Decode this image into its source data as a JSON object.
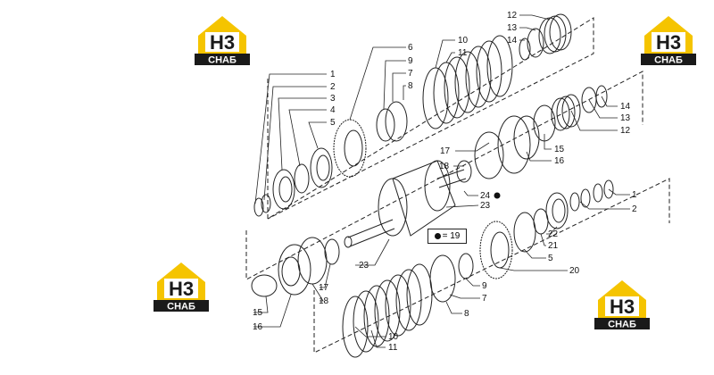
{
  "brand": {
    "logo_letters": "H3",
    "logo_caption": "СНАБ",
    "colors": {
      "yellow": "#f5c400",
      "dark": "#1a1a1a",
      "white": "#ffffff"
    }
  },
  "legend": {
    "symbol": "black-dot",
    "text": "= 19"
  },
  "callouts": [
    {
      "id": "c1",
      "text": "1"
    },
    {
      "id": "c2",
      "text": "2"
    },
    {
      "id": "c3",
      "text": "3"
    },
    {
      "id": "c4",
      "text": "4"
    },
    {
      "id": "c5",
      "text": "5"
    },
    {
      "id": "c6",
      "text": "6"
    },
    {
      "id": "c9a",
      "text": "9"
    },
    {
      "id": "c7a",
      "text": "7"
    },
    {
      "id": "c8a",
      "text": "8"
    },
    {
      "id": "c10a",
      "text": "10"
    },
    {
      "id": "c11a",
      "text": "11"
    },
    {
      "id": "c12a",
      "text": "12"
    },
    {
      "id": "c13a",
      "text": "13"
    },
    {
      "id": "c14a",
      "text": "14"
    },
    {
      "id": "c14b",
      "text": "14"
    },
    {
      "id": "c13b",
      "text": "13"
    },
    {
      "id": "c12b",
      "text": "12"
    },
    {
      "id": "c15a",
      "text": "15"
    },
    {
      "id": "c16a",
      "text": "16"
    },
    {
      "id": "c17a",
      "text": "17"
    },
    {
      "id": "c18a",
      "text": "18"
    },
    {
      "id": "c24",
      "text": "24"
    },
    {
      "id": "c23a",
      "text": "23"
    },
    {
      "id": "c1b",
      "text": "1"
    },
    {
      "id": "c2b",
      "text": "2"
    },
    {
      "id": "c22",
      "text": "22"
    },
    {
      "id": "c21",
      "text": "21"
    },
    {
      "id": "c5b",
      "text": "5"
    },
    {
      "id": "c20",
      "text": "20"
    },
    {
      "id": "c9b",
      "text": "9"
    },
    {
      "id": "c7b",
      "text": "7"
    },
    {
      "id": "c8b",
      "text": "8"
    },
    {
      "id": "c23b",
      "text": "23"
    },
    {
      "id": "c17b",
      "text": "17"
    },
    {
      "id": "c18b",
      "text": "18"
    },
    {
      "id": "c15b",
      "text": "15"
    },
    {
      "id": "c16b",
      "text": "16"
    },
    {
      "id": "c10b",
      "text": "10"
    },
    {
      "id": "c11b",
      "text": "11"
    }
  ]
}
